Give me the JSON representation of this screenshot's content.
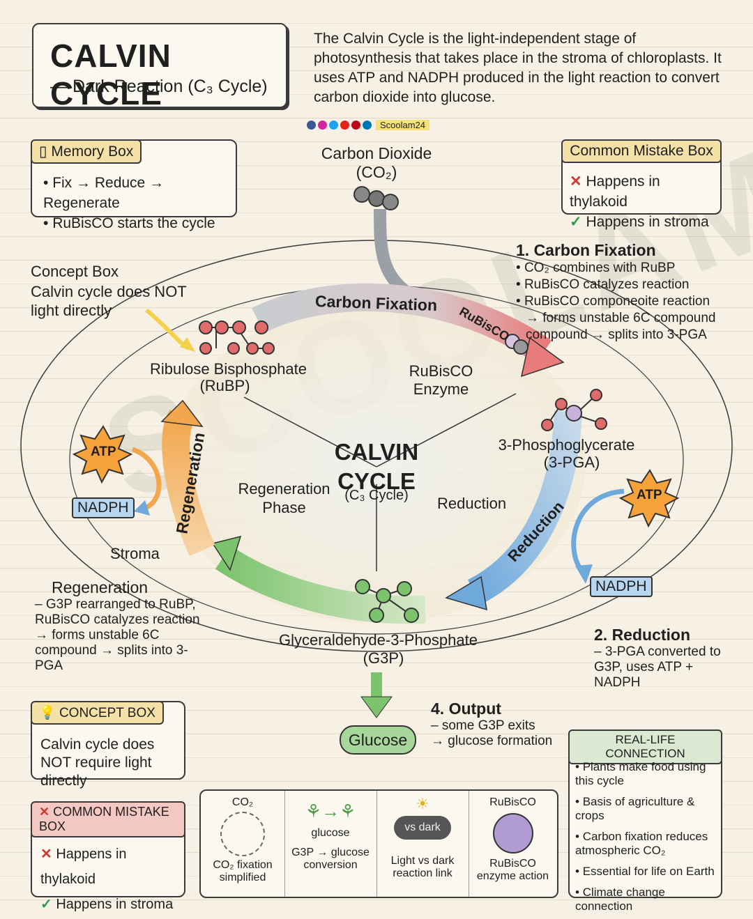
{
  "header": {
    "title": "CALVIN CYCLE",
    "subtitle": "— Dark Reaction (C₃ Cycle)",
    "intro": "The Calvin Cycle is the light-independent stage of photosynthesis that takes place in the stroma of chloroplasts. It uses ATP and NADPH produced in the light reaction to convert carbon dioxide into glucose.",
    "brand": "Scoolam24"
  },
  "memory_box": {
    "title": "Memory Box",
    "items": [
      "Fix → Reduce → Regenerate",
      "RuBisCO starts the cycle"
    ]
  },
  "mistake_box_top": {
    "title": "Common Mistake Box",
    "wrong": "Happens in thylakoid",
    "right": "Happens in stroma"
  },
  "co2": {
    "label": "Carbon Dioxide",
    "formula": "(CO₂)"
  },
  "concept_left": {
    "title": "Concept Box",
    "text": "Calvin cycle does NOT light directly"
  },
  "step1": {
    "title": "1. Carbon Fixation",
    "items": [
      "CO₂ combines with RuBP",
      "RuBisCO catalyzes reaction",
      "RuBisCO componeoite reaction"
    ],
    "continuation": "→ forms unstable 6C compound compound → splits into 3-PGA"
  },
  "cycle": {
    "arc_fixation": "Carbon Fixation",
    "arc_rubisco": "RuBisCO",
    "arc_regeneration": "Regeneration",
    "arc_reduction": "Reduction",
    "rubp_name": "Ribulose Bisphosphate",
    "rubp_abbr": "(RuBP)",
    "enzyme": "RuBisCO Enzyme",
    "center_title": "CALVIN CYCLE",
    "center_sub": "(C₃ Cycle)",
    "regen_phase": "Regeneration Phase",
    "reduction_phase": "Reduction",
    "pga_name": "3-Phosphoglycerate",
    "pga_abbr": "(3-PGA)",
    "g3p_name": "Glyceraldehyde-3-Phosphate",
    "g3p_abbr": "(G3P)",
    "stroma": "Stroma",
    "atp_left": "ATP",
    "nadph_left": "NADPH",
    "atp_right": "ATP",
    "nadph_right": "NADPH"
  },
  "regeneration_note": {
    "title": "Regeneration",
    "text": "– G3P rearranged to RuBP, RuBisCO catalyzes reaction → forms unstable 6C compound → splits into 3-PGA"
  },
  "step2": {
    "title": "2. Reduction",
    "text": "– 3-PGA converted to G3P, uses ATP + NADPH"
  },
  "output": {
    "glucose": "Glucose",
    "title": "4. Output",
    "line1": "– some G3P exits",
    "line2": "→ glucose formation"
  },
  "concept_box": {
    "title": "CONCEPT BOX",
    "text": "Calvin cycle does NOT require light directly"
  },
  "mistake_box_bottom": {
    "title": "COMMON MISTAKE BOX",
    "wrong": "Happens in thylakoid",
    "right": "Happens in stroma"
  },
  "icons_strip": [
    {
      "top": "CO₂",
      "caption": "CO₂ fixation simplified"
    },
    {
      "top": "glucose",
      "caption": "G3P → glucose conversion"
    },
    {
      "top": "vs dark",
      "caption": "Light vs dark reaction link"
    },
    {
      "top": "RuBisCO",
      "caption": "RuBisCO enzyme action"
    }
  ],
  "real_life": {
    "title": "REAL-LIFE CONNECTION",
    "items": [
      "Plants make food using this cycle",
      "Basis of agriculture & crops",
      "Carbon fixation reduces atmospheric CO₂",
      "Essential for life on Earth",
      "Climate change connection"
    ]
  },
  "watermark": "SCOOLAM",
  "colors": {
    "fixation": "#e87c7c",
    "reduction": "#6fa9dc",
    "regeneration": "#f2a74e",
    "output": "#7cc36e",
    "atp": "#f5a23a",
    "nadph": "#b7d6ef"
  }
}
